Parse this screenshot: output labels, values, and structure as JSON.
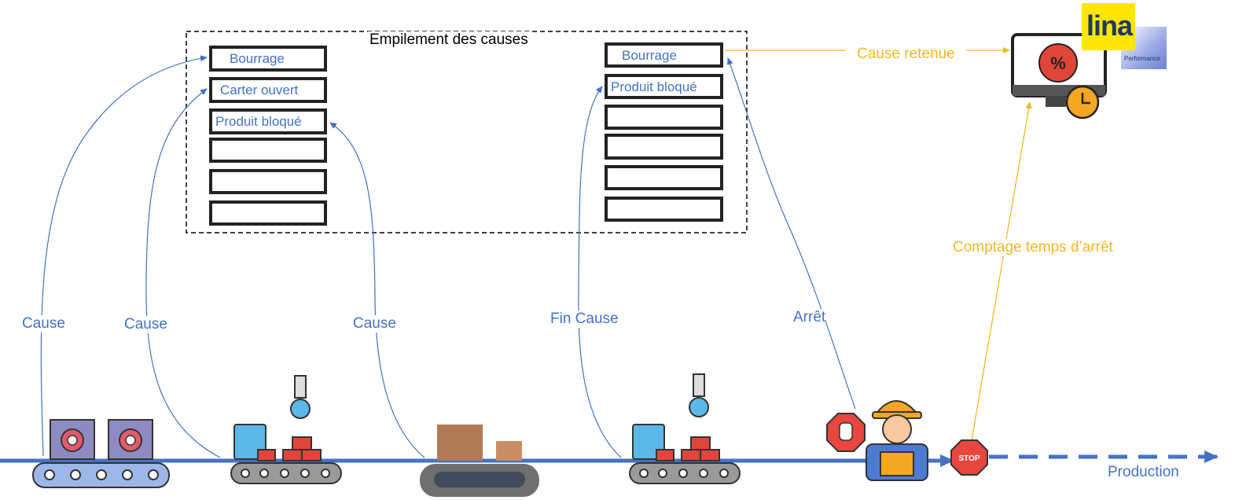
{
  "title": "Empilement des causes",
  "left_stack": [
    "Bourrage",
    "Carter ouvert",
    "Produit bloqué",
    "",
    "",
    ""
  ],
  "right_stack": [
    "Bourrage",
    "Produit bloqué",
    "",
    "",
    "",
    ""
  ],
  "arrow_labels": {
    "cause1": "Cause",
    "cause2": "Cause",
    "cause3": "Cause",
    "fin_cause": "Fin Cause",
    "arret": "Arrêt",
    "cause_retenue": "Cause retenue",
    "comptage": "Comptage temps d’arrêt",
    "production": "Production"
  },
  "logo": {
    "brand": "lina",
    "sub": "Performance"
  },
  "stop_sign": "STOP",
  "colors": {
    "blue": "#4472C4",
    "gold": "#F2B826",
    "dark": "#222222"
  }
}
